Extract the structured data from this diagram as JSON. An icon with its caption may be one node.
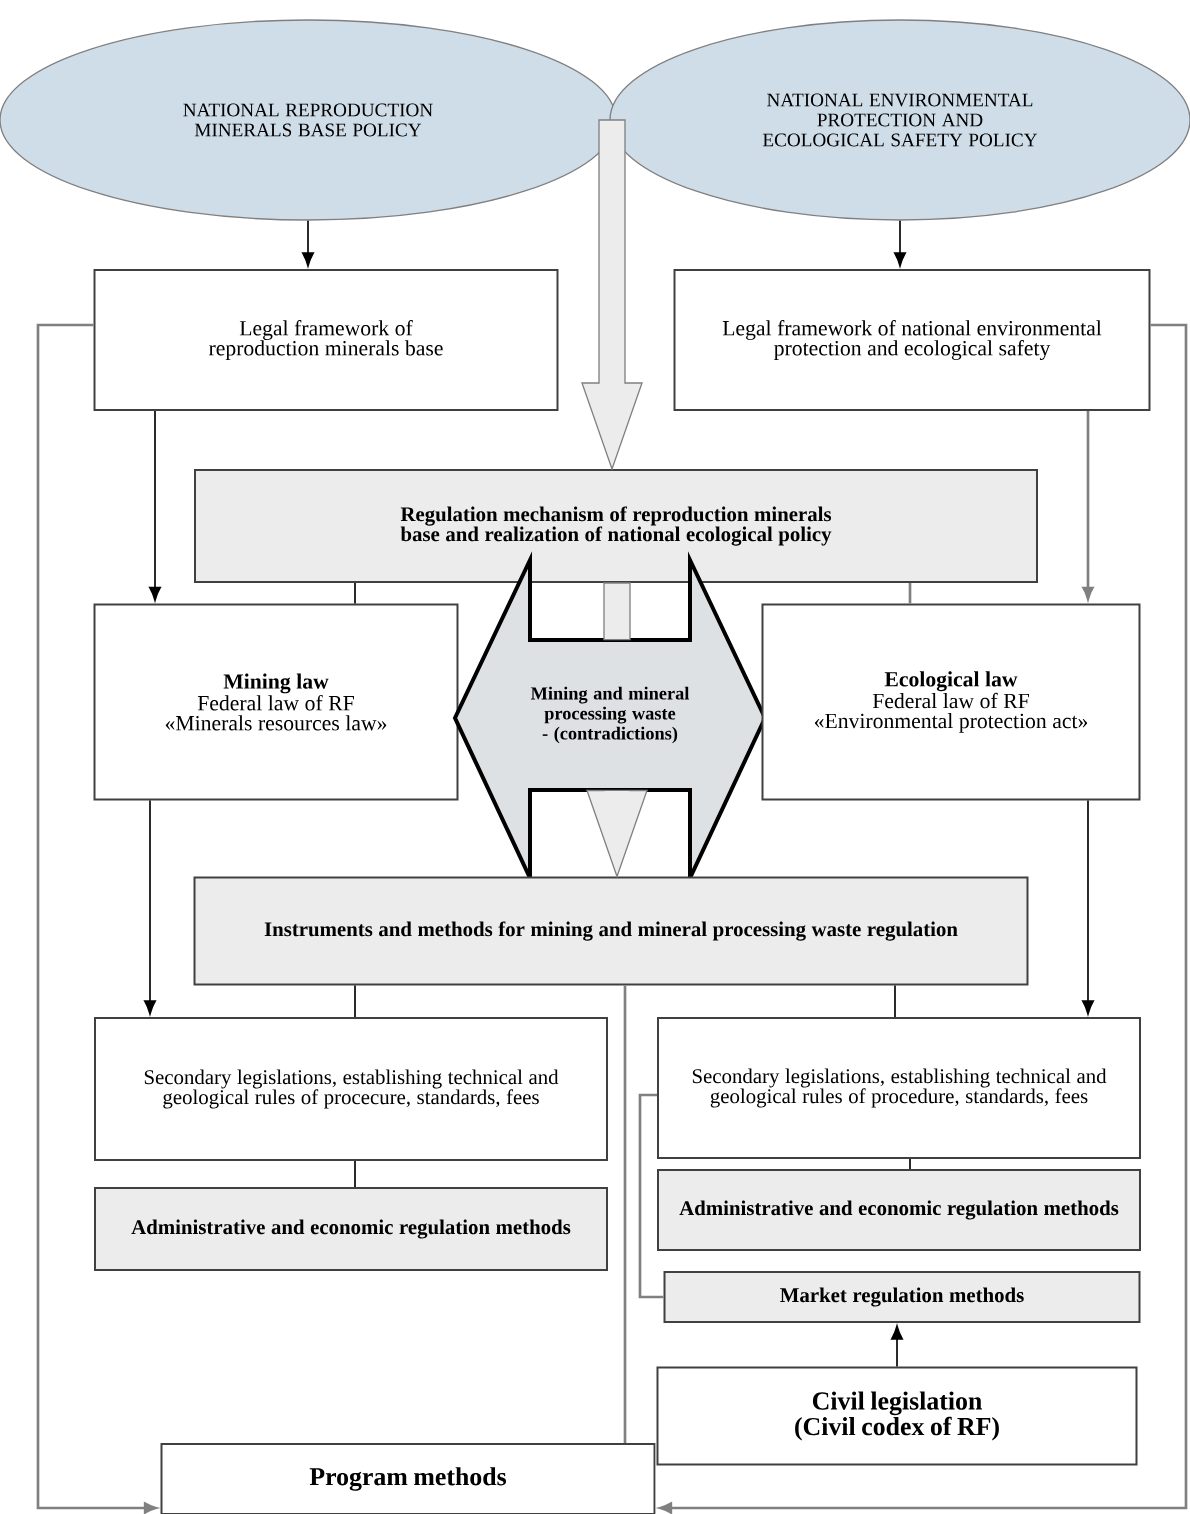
{
  "diagram": {
    "nodes": [
      {
        "text": [
          "NATIONAL REPRODUCTION MINERALS BASE POLICY"
        ]
      },
      {
        "text": [
          "NATIONAL ENVIRONMENTAL PROTECTION AND ECOLOGICAL SAFETY POLICY"
        ]
      },
      {
        "text": [
          "Legal framework of reproduction minerals base"
        ]
      },
      {
        "text": [
          "Legal framework of national environmental protection and ecological safety"
        ]
      },
      {
        "text": [
          "Regulation mechanism of reproduction minerals base and realization of national ecological policy"
        ]
      },
      {
        "text": [
          "Mining law",
          "Federal law of RF «Minerals resources law»"
        ]
      },
      {
        "text": [
          "Mining and mineral processing waste - (contradictions)"
        ]
      },
      {
        "text": [
          "Ecological law",
          "Federal law of RF «Environmental protection act»"
        ]
      },
      {
        "text": [
          "Instruments and methods for mining and mineral processing waste regulation"
        ]
      },
      {
        "text": [
          "Secondary legislations, establishing technical and geological rules of procecure, standards, fees"
        ]
      },
      {
        "text": [
          "Administrative and economic regulation methods"
        ]
      },
      {
        "text": [
          "Secondary legislations, establishing technical and geological rules of procedure, standards, fees"
        ]
      },
      {
        "text": [
          "Administrative and economic regulation methods"
        ]
      },
      {
        "text": [
          "Market regulation methods"
        ]
      },
      {
        "text": [
          "Civil legislation (Civil codex of RF)"
        ]
      },
      {
        "text": [
          "Program methods"
        ]
      }
    ],
    "edges": [
      {
        "from": 0,
        "to": 2,
        "arrow": "to"
      },
      {
        "from": 1,
        "to": 3,
        "arrow": "to"
      },
      {
        "from": 1,
        "to": 4,
        "arrow": "to",
        "style": "thick"
      },
      {
        "from": 2,
        "to": 5,
        "arrow": "to"
      },
      {
        "from": 3,
        "to": 7,
        "arrow": "to",
        "color": "#808080"
      },
      {
        "from": 4,
        "to": 5,
        "arrow": "none"
      },
      {
        "from": 4,
        "to": 7,
        "arrow": "none",
        "color": "#808080"
      },
      {
        "from": 4,
        "to": 6,
        "arrow": "none",
        "style": "thick"
      },
      {
        "from": 6,
        "to": 8,
        "arrow": "to",
        "style": "thick"
      },
      {
        "from": 5,
        "to": 9,
        "arrow": "to"
      },
      {
        "from": 7,
        "to": 11,
        "arrow": "to"
      },
      {
        "from": 8,
        "to": 9,
        "arrow": "none"
      },
      {
        "from": 8,
        "to": 11,
        "arrow": "none"
      },
      {
        "from": 8,
        "to": 15,
        "arrow": "none",
        "color": "#808080"
      },
      {
        "from": 9,
        "to": 10,
        "arrow": "none"
      },
      {
        "from": 11,
        "to": 12,
        "arrow": "none"
      },
      {
        "from": 11,
        "to": 13,
        "arrow": "none",
        "color": "#808080"
      },
      {
        "from": 14,
        "to": 13,
        "arrow": "to"
      },
      {
        "from": 2,
        "to": 15,
        "arrow": "to",
        "color": "#808080"
      },
      {
        "from": 3,
        "to": 15,
        "arrow": "to",
        "color": "#808080"
      }
    ]
  }
}
